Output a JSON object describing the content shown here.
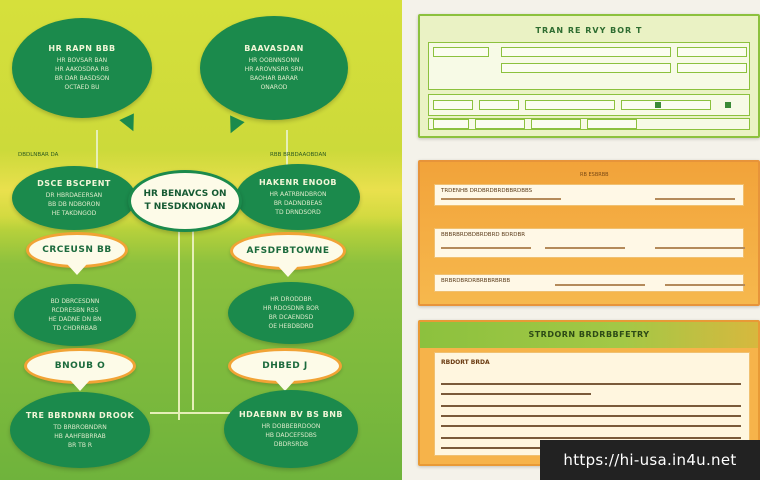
{
  "left": {
    "center_lines": [
      "HR BENAVCS ON",
      "T NESDKNONAN"
    ],
    "bubble_tl": {
      "title": "HR RAPN BBB",
      "text": [
        "HR BOVSAR BAN",
        "HR AAKOSDRA RB",
        "BR DAR BASDSON",
        "OCTAED BU"
      ]
    },
    "bubble_tr": {
      "title": "BAAVASDAN",
      "text": [
        "HR OOBNNSONN",
        "HR AROVNSRR SRN",
        "BAOHAR BARAR",
        "ONAROD"
      ]
    },
    "bubble_ml": {
      "title": "DSCE BSCPENT",
      "text": [
        "DR HBRDAEERSAN",
        "BB DB NDBORON",
        "HE TAKDNGOD"
      ]
    },
    "bubble_mr": {
      "title": "HAKENR ENOOB",
      "text": [
        "HR AATRBNDBRON",
        "BR DADNDBEAS",
        "TD DRNDSORD"
      ]
    },
    "pill_l": "CRCEUSN BB",
    "pill_r": "AFSDFBTOWNE",
    "bubble_l3": {
      "text": [
        "BD DBRCESDNN",
        "RCDRESBN RSS",
        "HE DADNE DN BN",
        "TD CHDRRBAB"
      ]
    },
    "bubble_r3": {
      "text": [
        "HR DRODDBR",
        "HR RDOSDNR BOR",
        "BR DCAENDSD",
        "OE HEBDBDRD"
      ]
    },
    "pill_l2": "BNOUB O",
    "pill_r2": "DHBED J",
    "bubble_l4": {
      "title": "TRE BBRDNRN DROOK",
      "text": [
        "TD BRBROBNDRN",
        "HB AAHFBBRRAB",
        "BR TB R"
      ]
    },
    "bubble_r4": {
      "title": "HDAEBNN BV BS BNB",
      "text": [
        "HR DOBBEBRDOON",
        "HB DADCEFSDBS",
        "DBDRSRDB"
      ]
    },
    "label_l": "DBDLNBAR DA",
    "label_r": "RBB BRBDAAOBDAN"
  },
  "right": {
    "card1_title": "TRAN RE RVY BOR T",
    "card2_head": "RB ESBRBB",
    "card2_strips": [
      "TRDENHB DRDBRDBRDBBRDBBS",
      "BBBRBRDBDBRDBRD BDRDBR",
      "BRBRDBRDRBRBBRBRBB"
    ],
    "card3_title": "STRDORN BRDRBBFETRY",
    "card3_sub": "RBDORT BRDA"
  },
  "url": "https://hi-usa.in4u.net"
}
